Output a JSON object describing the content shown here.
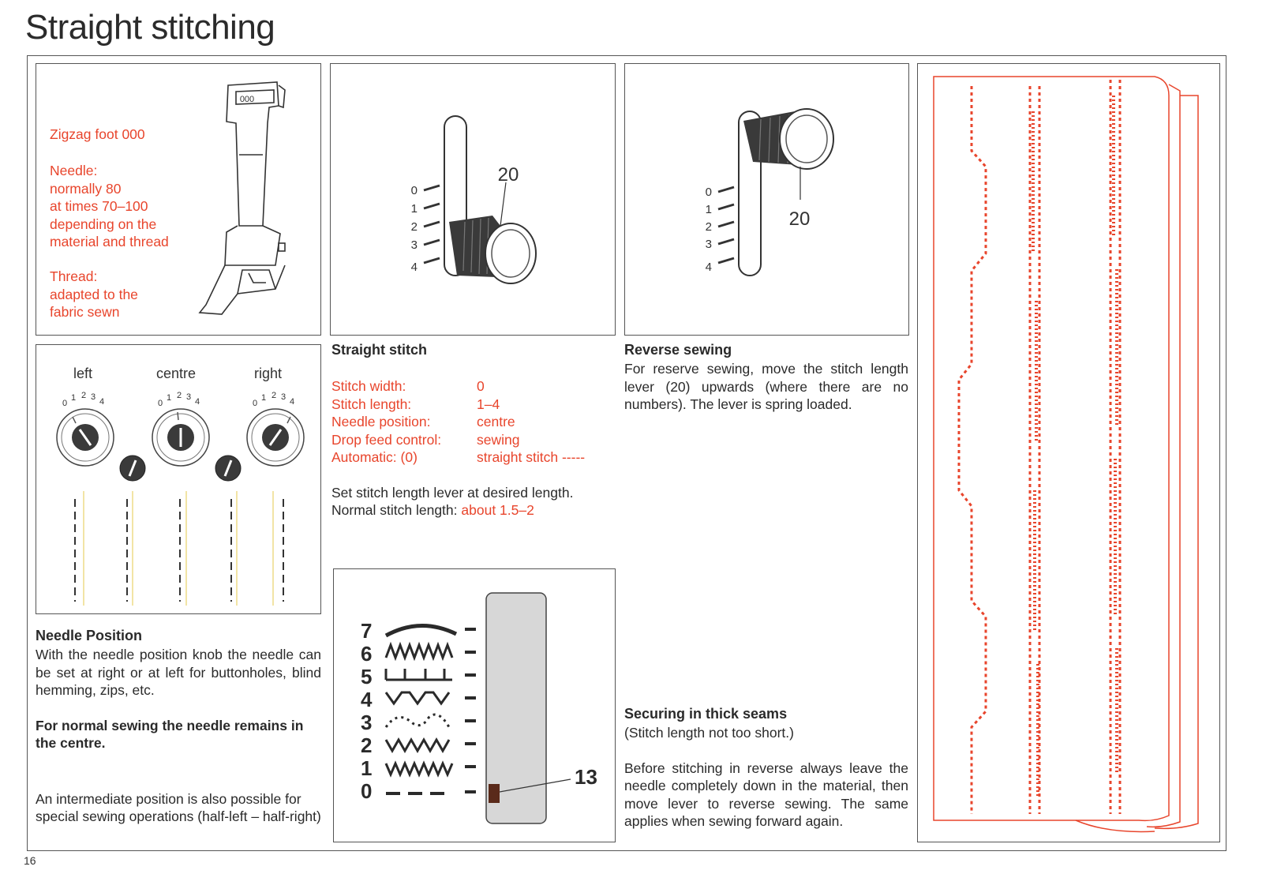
{
  "page": {
    "title": "Straight stitching",
    "page_number": "16"
  },
  "foot_panel": {
    "foot_name": "Zigzag foot 000",
    "foot_marking": "000",
    "needle_lines": [
      "Needle:",
      "normally 80",
      "at times 70–100",
      "depending on the",
      "material and thread"
    ],
    "thread_lines": [
      "Thread:",
      "adapted to the",
      "fabric sewn"
    ]
  },
  "needle_positions_panel": {
    "labels": [
      "left",
      "centre",
      "right"
    ],
    "dial_numbers": [
      "0",
      "1",
      "2",
      "3",
      "4"
    ]
  },
  "needle_position_text": {
    "heading": "Needle Position",
    "paragraph": "With the needle position knob the needle can be set at right or at left for buttonholes, blind hemming, zips, etc.",
    "bold_note": "For normal sewing the needle remains in the centre.",
    "intermediate": "An intermediate position is also possible for special sewing operations (half-left – half-right)"
  },
  "straight_stitch_panel": {
    "scale": [
      "0",
      "1",
      "2",
      "3",
      "4"
    ],
    "lever_label": "20"
  },
  "straight_stitch_text": {
    "heading": "Straight stitch",
    "settings": [
      {
        "key": "Stitch width:",
        "value": "0"
      },
      {
        "key": "Stitch length:",
        "value": "1–4"
      },
      {
        "key": "Needle position:",
        "value": "centre"
      },
      {
        "key": "Drop feed control:",
        "value": "sewing"
      },
      {
        "key": "Automatic: (0)",
        "value": "straight stitch -----"
      }
    ],
    "instruction": "Set stitch length lever at desired length.",
    "normal_prefix": "Normal stitch length:",
    "normal_value": "about 1.5–2"
  },
  "reverse_panel": {
    "scale": [
      "0",
      "1",
      "2",
      "3",
      "4"
    ],
    "lever_label": "20"
  },
  "reverse_text": {
    "heading": "Reverse sewing",
    "paragraph": "For reserve sewing, move the stitch length lever (20) upwards (where there are no numbers). The lever is spring loaded."
  },
  "automatic_panel": {
    "numbers": [
      "7",
      "6",
      "5",
      "4",
      "3",
      "2",
      "1",
      "0"
    ],
    "selector_label": "13"
  },
  "securing_text": {
    "heading": "Securing in thick seams",
    "subheading": "(Stitch length not too short.)",
    "paragraph": "Before stitching in reverse always leave the needle completely down in the material, then move lever to reverse sewing. The same applies when sewing forward again."
  },
  "colors": {
    "accent_red": "#e8452c",
    "text": "#2a2a2a",
    "border": "#555555"
  }
}
